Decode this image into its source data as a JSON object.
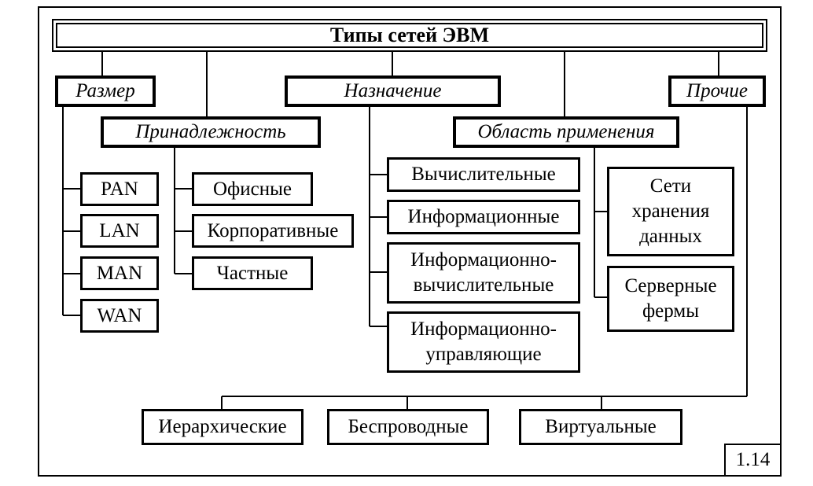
{
  "title": "Типы сетей ЭВМ",
  "figure_number": "1.14",
  "categories": {
    "size": "Размер",
    "ownership": "Принадлежность",
    "purpose": "Назначение",
    "application": "Область применения",
    "other": "Прочие"
  },
  "size_items": [
    "PAN",
    "LAN",
    "MAN",
    "WAN"
  ],
  "ownership_items": [
    "Офисные",
    "Корпоративные",
    "Частные"
  ],
  "purpose_items": [
    [
      "Вычислительные"
    ],
    [
      "Информационные"
    ],
    [
      "Информационно-",
      "вычислительные"
    ],
    [
      "Информационно-",
      "управляющие"
    ]
  ],
  "application_items": [
    [
      "Сети",
      "хранения",
      "данных"
    ],
    [
      "Серверные",
      "фермы"
    ]
  ],
  "other_items": [
    "Иерархические",
    "Беспроводные",
    "Виртуальные"
  ]
}
